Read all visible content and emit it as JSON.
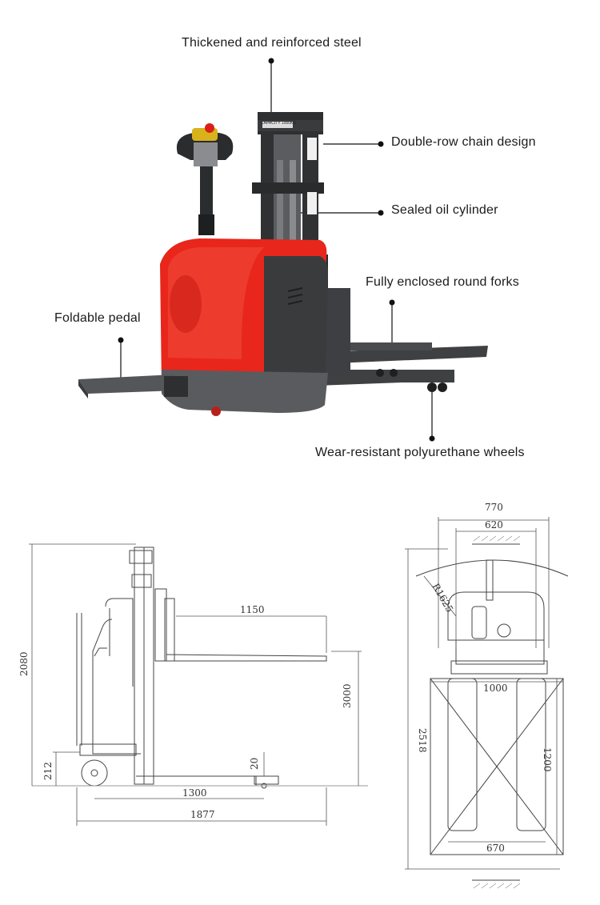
{
  "callouts": {
    "steel": "Thickened and reinforced steel",
    "chain": "Double-row chain design",
    "cylinder": "Sealed oil cylinder",
    "forks": "Fully enclosed round forks",
    "pedal": "Foldable pedal",
    "wheels": "Wear-resistant polyurethane wheels"
  },
  "product": {
    "mast_plate_text": "CAPACITY 1000KG",
    "body_color": "#e8261c",
    "frame_color": "#3a3b3d"
  },
  "side_view": {
    "dims": {
      "fork_length": "1150",
      "overall_height": "2080",
      "lift_height": "3000",
      "fork_thickness": "20",
      "pedal_height": "212",
      "wheelbase": "1300",
      "overall_length": "1877"
    }
  },
  "top_view": {
    "dims": {
      "overall_width": "770",
      "inner_width": "620",
      "radius": "R1625",
      "turning": "2518",
      "pallet_width": "1000",
      "pallet_length": "1200",
      "fork_spread": "670"
    }
  }
}
